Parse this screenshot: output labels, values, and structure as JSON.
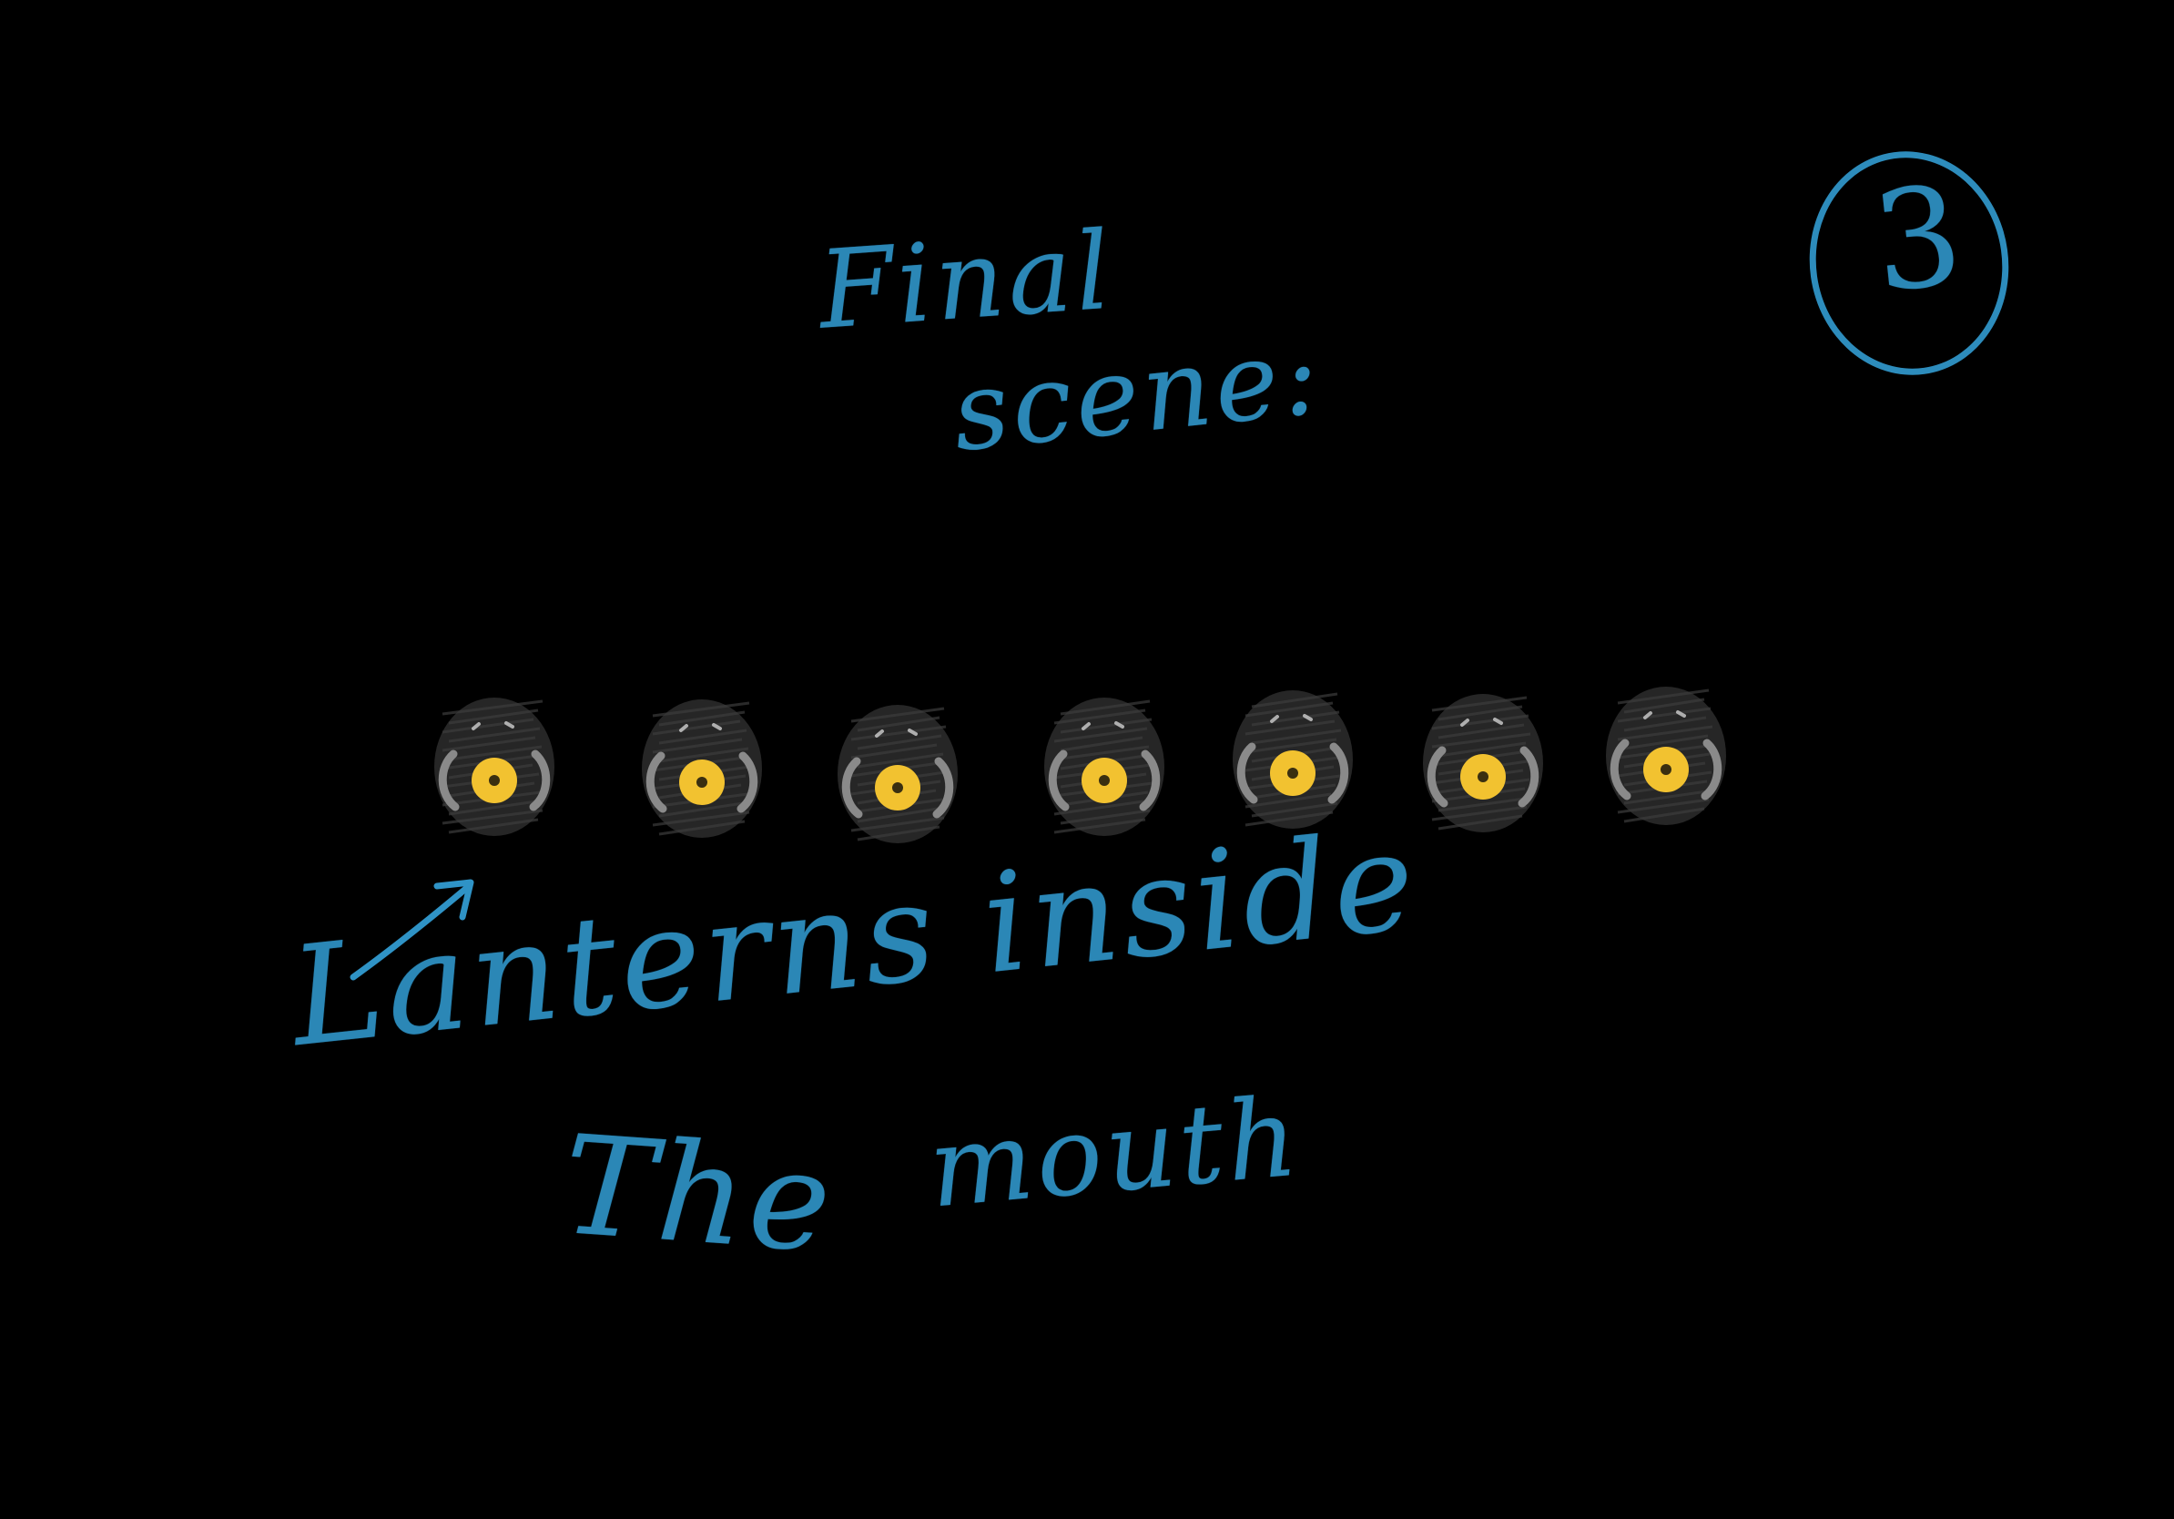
{
  "sketch": {
    "title_line_1": "Final",
    "title_line_2": "scene:",
    "page_number": "3",
    "note_line_1": "Lanterns inside",
    "note_line_2": "The",
    "note_line_3": "mouth"
  },
  "colors": {
    "background": "#000000",
    "ink": "#2f93c6",
    "lantern_glow": "#f2c230",
    "lantern_body": "#2a2a2a",
    "lantern_shade": "#8a8a8a"
  },
  "icons": {
    "lantern": "lantern-icon",
    "arrow": "arrow-icon"
  },
  "lantern_count": 7
}
